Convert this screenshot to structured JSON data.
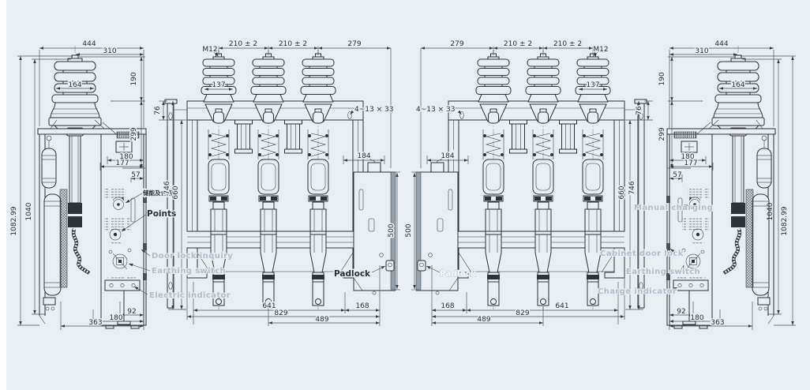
{
  "page": {
    "background": "#e9eef3",
    "line_color": "#2e3338",
    "accent_gray": "#97a1aa"
  },
  "dims": {
    "w444": "444",
    "w310": "310",
    "h190": "190",
    "w164": "164",
    "h299": "299",
    "w180": "180",
    "w177": "177",
    "w57": "57",
    "h1082": "1082.99",
    "h1040": "1040",
    "w92": "92",
    "w180b": "180",
    "w363": "363",
    "m12": "M12",
    "p210": "210 ± 2",
    "w279": "279",
    "w137": "137",
    "holes": "4~13 × 33",
    "w184": "184",
    "h76": "76",
    "h746": "746",
    "h660": "660",
    "h500": "500",
    "w641": "641",
    "w168": "168",
    "w829": "829",
    "w489": "489"
  },
  "labels": {
    "store_close_cn": "储能及合闸",
    "points": "Points",
    "door_lock_inquiry": "Door lock inquiry",
    "earthing_switch_left": "Earthing switch",
    "electric_indicator": "Electric indicator",
    "padlock_left": "Padlock",
    "padlock_right": "Padlock",
    "manual_charging": "Manual charging",
    "cabinet_door_lock": "Cabinet door lock",
    "earthing_switch_right": "Earthing switch",
    "charge_indicator": "Charge indicator"
  }
}
